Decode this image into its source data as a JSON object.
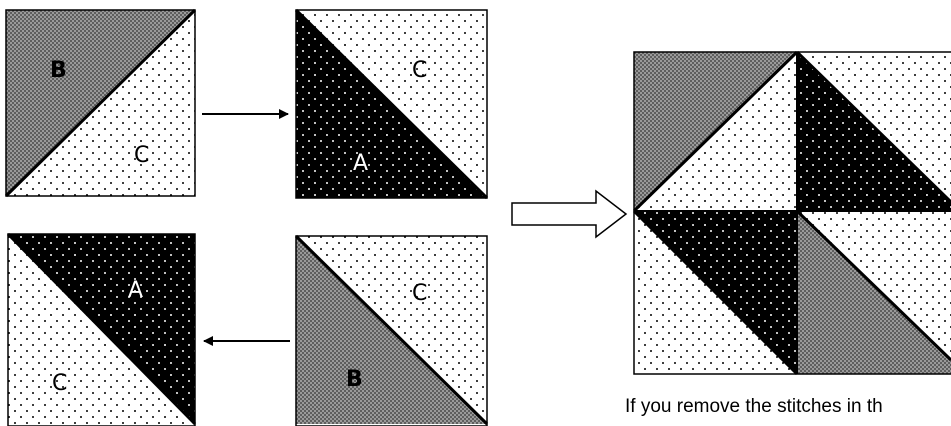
{
  "labels": {
    "top_left_B": "B",
    "top_left_C": "C",
    "top_right_C": "C",
    "top_right_A": "A",
    "bottom_right_C": "C",
    "bottom_right_B": "B",
    "bottom_left_A": "A",
    "bottom_left_C": "C"
  },
  "caption": "If you remove the stitches in th",
  "colors": {
    "light_fill": "#ffffff",
    "gray_fill": "#7a7a7a",
    "dark_fill": "#000000",
    "stroke": "#000000"
  }
}
